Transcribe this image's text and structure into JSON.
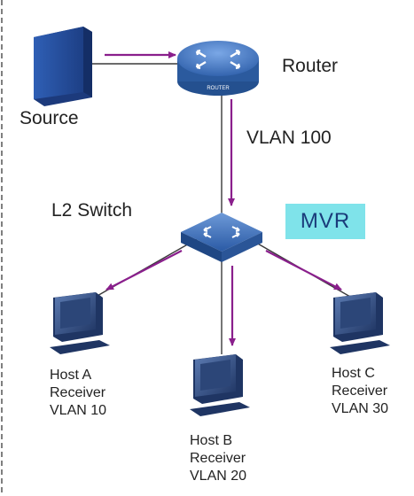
{
  "nodes": {
    "source": {
      "label": "Source"
    },
    "router": {
      "label": "Router",
      "icon_text": "ROUTER"
    },
    "switch": {
      "label": "L2 Switch"
    },
    "host_a": {
      "name": "Host A",
      "role": "Receiver",
      "vlan": "VLAN 10"
    },
    "host_b": {
      "name": "Host B",
      "role": "Receiver",
      "vlan": "VLAN 20"
    },
    "host_c": {
      "name": "Host C",
      "role": "Receiver",
      "vlan": "VLAN 30"
    }
  },
  "link_labels": {
    "router_to_switch": "VLAN 100"
  },
  "badge": {
    "label": "MVR",
    "color": "#7fe3ea"
  },
  "colors": {
    "arrow": "#8a1f8c",
    "line": "#3a3a3a",
    "device_blue": "#2d5fa8",
    "host_dark": "#2a3f6a"
  }
}
